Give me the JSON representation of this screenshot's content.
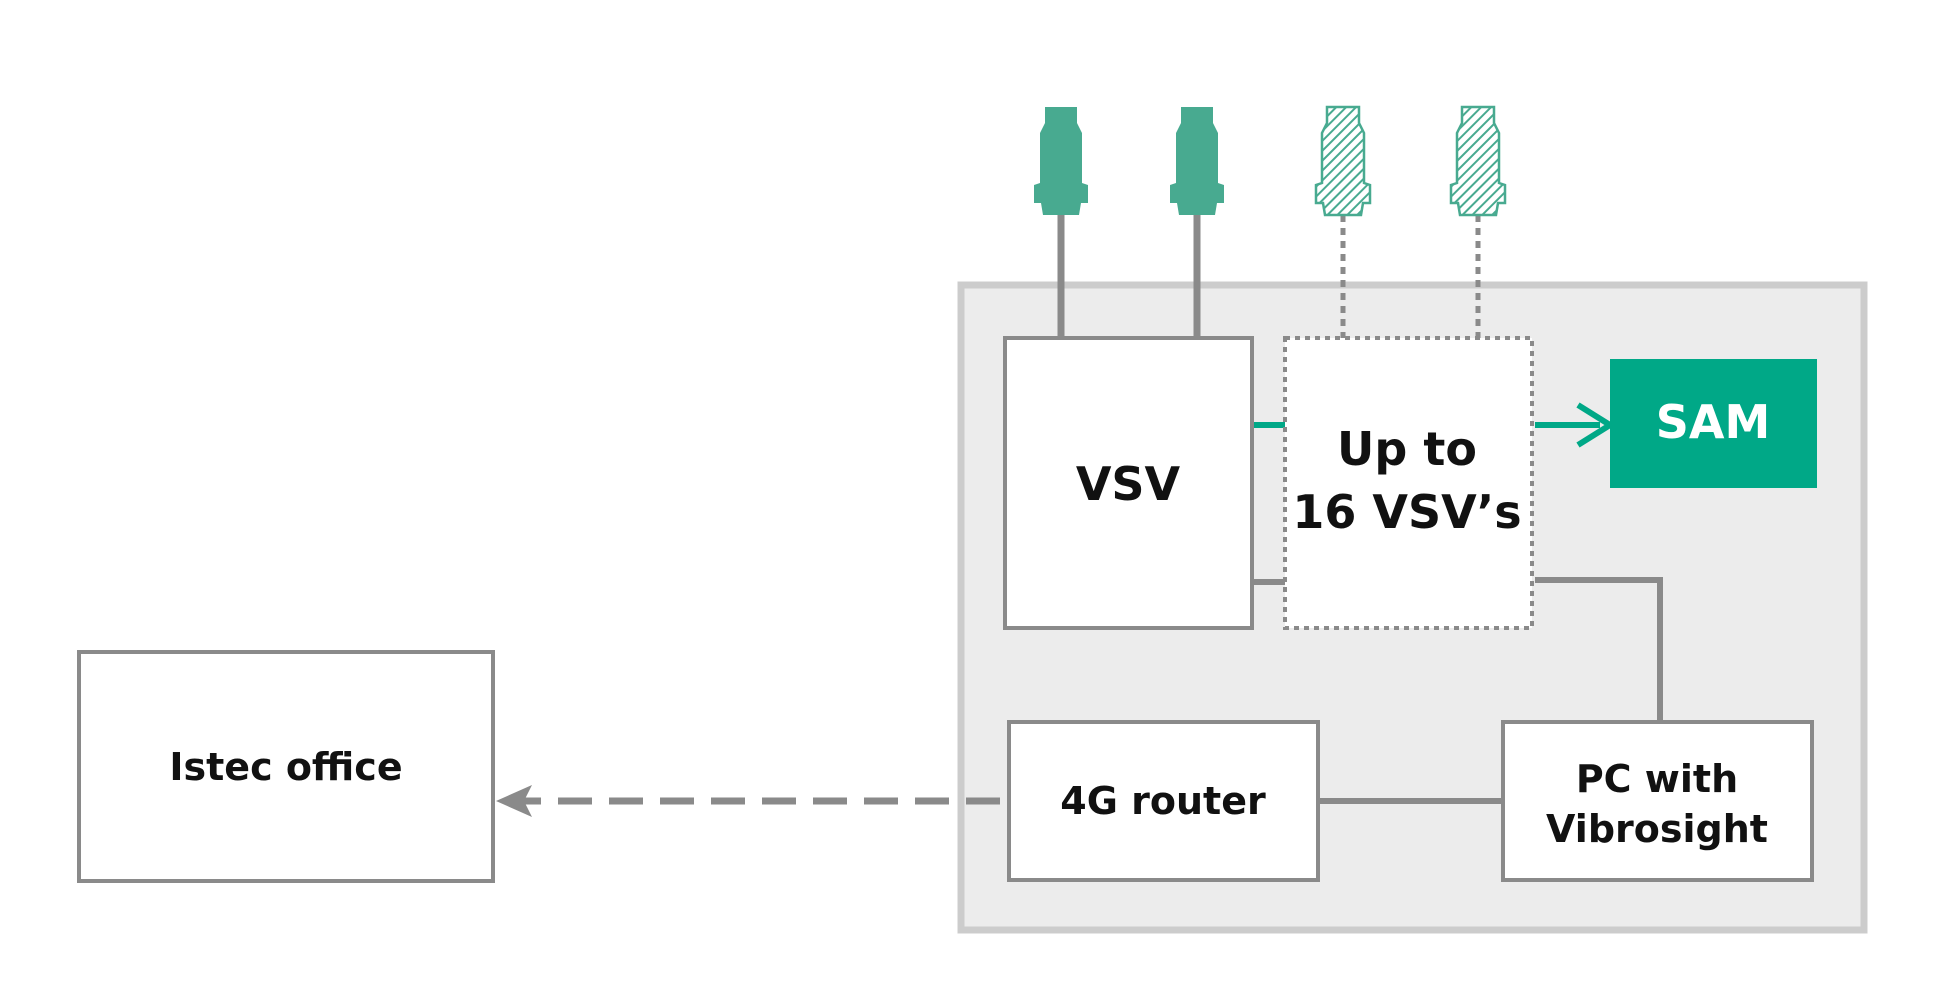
{
  "colors": {
    "teal": "#00a887",
    "sensor_teal": "#48aa90",
    "gray_line": "#8a8a8a",
    "panel_fill": "#ececec",
    "panel_border": "#cccccc",
    "box_border": "#8a8a8a",
    "text": "#111111"
  },
  "icons": {
    "installed_sensor": "sensor-connector-icon",
    "optional_sensor": "sensor-connector-hatched-icon"
  },
  "diagram": {
    "office": {
      "label": "Istec office"
    },
    "vsv": {
      "label": "VSV"
    },
    "vsv_group": {
      "line1": "Up to",
      "line2": "16 VSV’s"
    },
    "sam": {
      "label": "SAM"
    },
    "router": {
      "label": "4G router"
    },
    "pc": {
      "line1": "PC with",
      "line2": "Vibrosight"
    }
  }
}
